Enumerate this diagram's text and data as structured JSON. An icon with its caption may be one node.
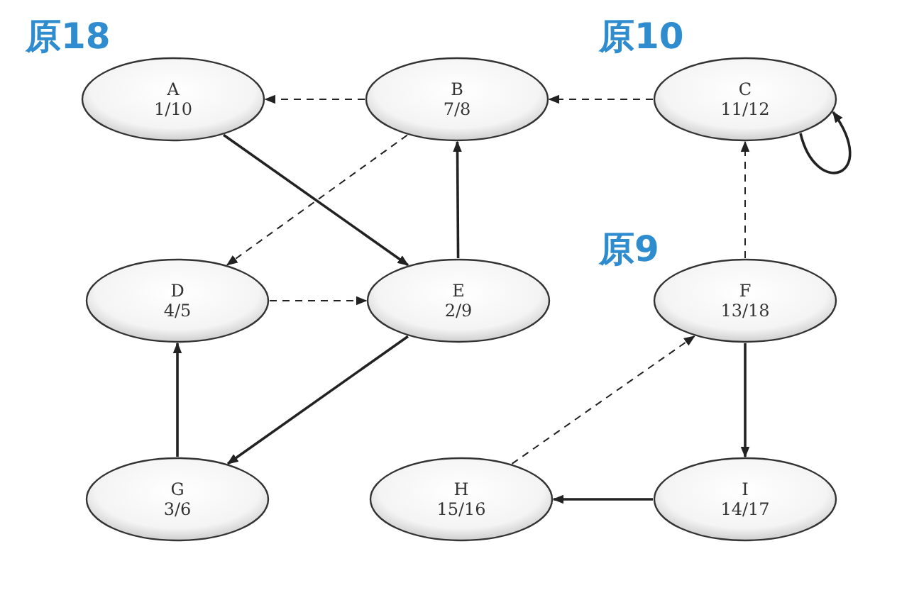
{
  "diagram": {
    "nodes": [
      {
        "text": [
          "A",
          "1/10"
        ]
      },
      {
        "text": [
          "B",
          "7/8"
        ]
      },
      {
        "text": [
          "C",
          "11/12"
        ]
      },
      {
        "text": [
          "D",
          "4/5"
        ]
      },
      {
        "text": [
          "E",
          "2/9"
        ]
      },
      {
        "text": [
          "F",
          "13/18"
        ]
      },
      {
        "text": [
          "G",
          "3/6"
        ]
      },
      {
        "text": [
          "H",
          "15/16"
        ]
      },
      {
        "text": [
          "I",
          "14/17"
        ]
      }
    ],
    "edges": [
      {
        "from": 1,
        "to": 0,
        "arrow": "to",
        "style": "dashed"
      },
      {
        "from": 2,
        "to": 1,
        "arrow": "to",
        "style": "dashed"
      },
      {
        "from": 0,
        "to": 4,
        "arrow": "to"
      },
      {
        "from": 1,
        "to": 3,
        "arrow": "to",
        "style": "dashed"
      },
      {
        "from": 4,
        "to": 1,
        "arrow": "to"
      },
      {
        "from": 2,
        "to": 2,
        "arrow": "to"
      },
      {
        "from": 5,
        "to": 2,
        "arrow": "to",
        "style": "dashed"
      },
      {
        "from": 3,
        "to": 4,
        "arrow": "to",
        "style": "dashed"
      },
      {
        "from": 4,
        "to": 6,
        "arrow": "to"
      },
      {
        "from": 6,
        "to": 3,
        "arrow": "to"
      },
      {
        "from": 7,
        "to": 5,
        "arrow": "to",
        "style": "dashed"
      },
      {
        "from": 5,
        "to": 8,
        "arrow": "to"
      },
      {
        "from": 8,
        "to": 7,
        "arrow": "to"
      }
    ],
    "labels": [
      "原18",
      "原10",
      "原9"
    ]
  }
}
